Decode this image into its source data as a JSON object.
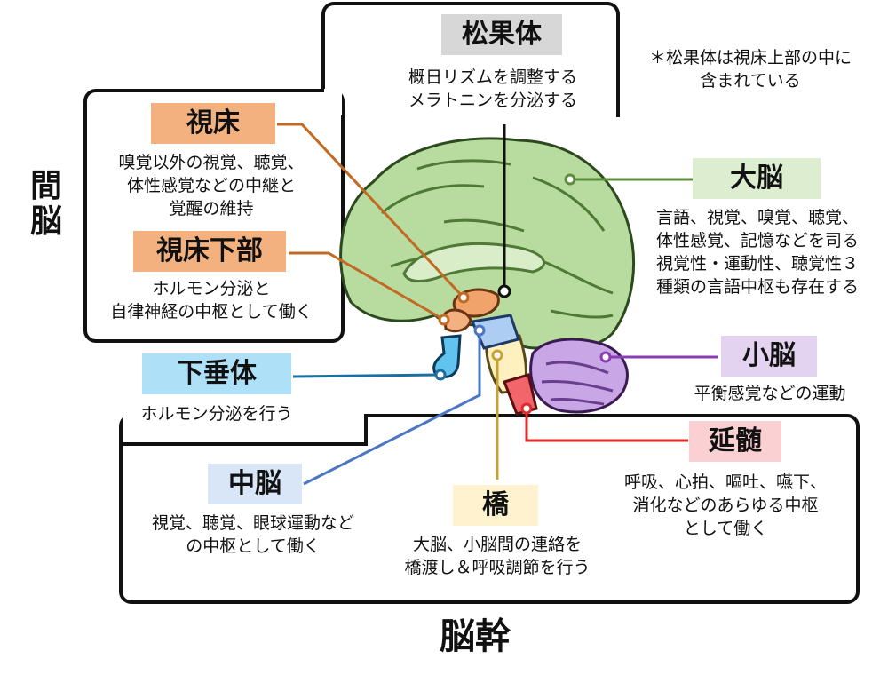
{
  "diencephalon": "間脳",
  "brainstem": "脳幹",
  "note": [
    "＊松果体は視床上部の中に",
    "含まれている"
  ],
  "parts": {
    "pineal": {
      "name": "松果体",
      "desc": [
        "概日リズムを調整する",
        "メラトニンを分泌する"
      ]
    },
    "thalamus": {
      "name": "視床",
      "desc": [
        "嗅覚以外の視覚、聴覚、",
        "体性感覚などの中継と",
        "覚醒の維持"
      ]
    },
    "hypothalamus": {
      "name": "視床下部",
      "desc": [
        "ホルモン分泌と",
        "自律神経の中枢として働く"
      ]
    },
    "cerebrum": {
      "name": "大脳",
      "desc": [
        "言語、視覚、嗅覚、聴覚、",
        "体性感覚、記憶などを司る",
        "視覚性・運動性、聴覚性３",
        "種類の言語中枢も存在する"
      ]
    },
    "cerebellum": {
      "name": "小脳",
      "desc": [
        "平衡感覚などの運動"
      ]
    },
    "pituitary": {
      "name": "下垂体",
      "desc": [
        "ホルモン分泌を行う"
      ]
    },
    "midbrain": {
      "name": "中脳",
      "desc": [
        "視覚、聴覚、眼球運動など",
        "の中枢として働く"
      ]
    },
    "pons": {
      "name": "橋",
      "desc": [
        "大脳、小脳間の連絡を",
        "橋渡し＆呼吸調節を行う"
      ]
    },
    "medulla": {
      "name": "延髄",
      "desc": [
        "呼吸、心拍、嘔吐、嚥下、",
        "消化などのあらゆる中枢",
        "として働く"
      ]
    }
  },
  "colors": {
    "cerebrum": "#b8dca0",
    "cerebellum": "#c9a6e6",
    "thalamus": "#f0a36a",
    "hypothalamus": "#f3b080",
    "pituitary": "#63c3ef",
    "midbrain": "#aecdf3",
    "pons": "#fff0c0",
    "medulla": "#f2656b",
    "line_cerebrum": "#5d8d3c",
    "line_cerebellum": "#8a3db0",
    "line_thalamus": "#c26a24",
    "line_pituitary": "#1b6fa0",
    "line_midbrain": "#4a77c4",
    "line_pons": "#c9a032",
    "line_medulla": "#e32a2a"
  }
}
